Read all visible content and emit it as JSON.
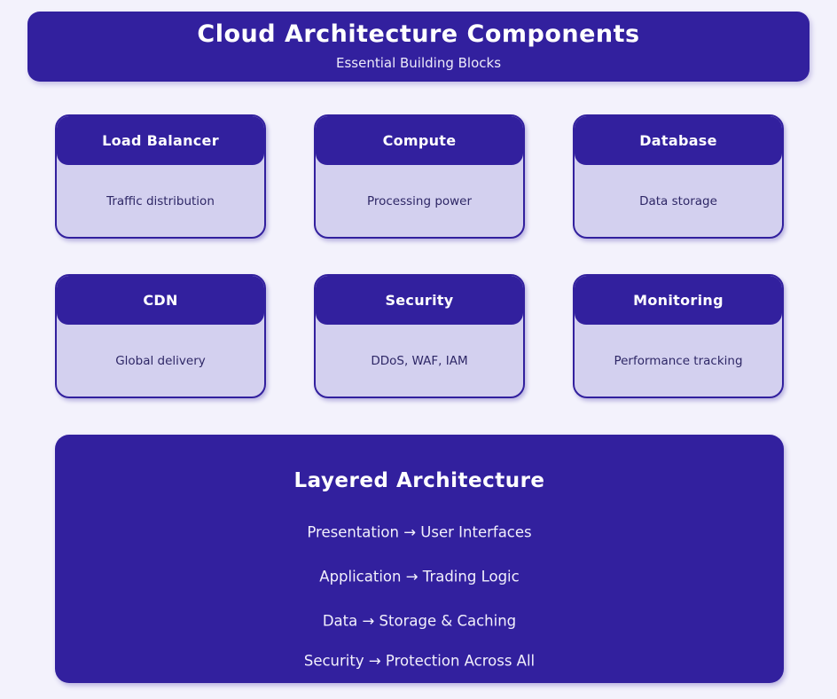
{
  "header": {
    "title": "Cloud Architecture Components",
    "subtitle": "Essential Building Blocks"
  },
  "cards": [
    {
      "title": "Load Balancer",
      "description": "Traffic distribution"
    },
    {
      "title": "Compute",
      "description": "Processing power"
    },
    {
      "title": "Database",
      "description": "Data storage"
    },
    {
      "title": "CDN",
      "description": "Global delivery"
    },
    {
      "title": "Security",
      "description": "DDoS, WAF, IAM"
    },
    {
      "title": "Monitoring",
      "description": "Performance tracking"
    }
  ],
  "layered": {
    "title": "Layered Architecture",
    "layers": [
      "Presentation → User Interfaces",
      "Application → Trading Logic",
      "Data → Storage & Caching",
      "Security → Protection Across All"
    ]
  },
  "colors": {
    "primary": "#32209E",
    "card_body_background": "#D3D0EF",
    "page_background": "#F3F2FC",
    "dark_text": "#2E2766",
    "light_text": "#F2F0FC"
  }
}
